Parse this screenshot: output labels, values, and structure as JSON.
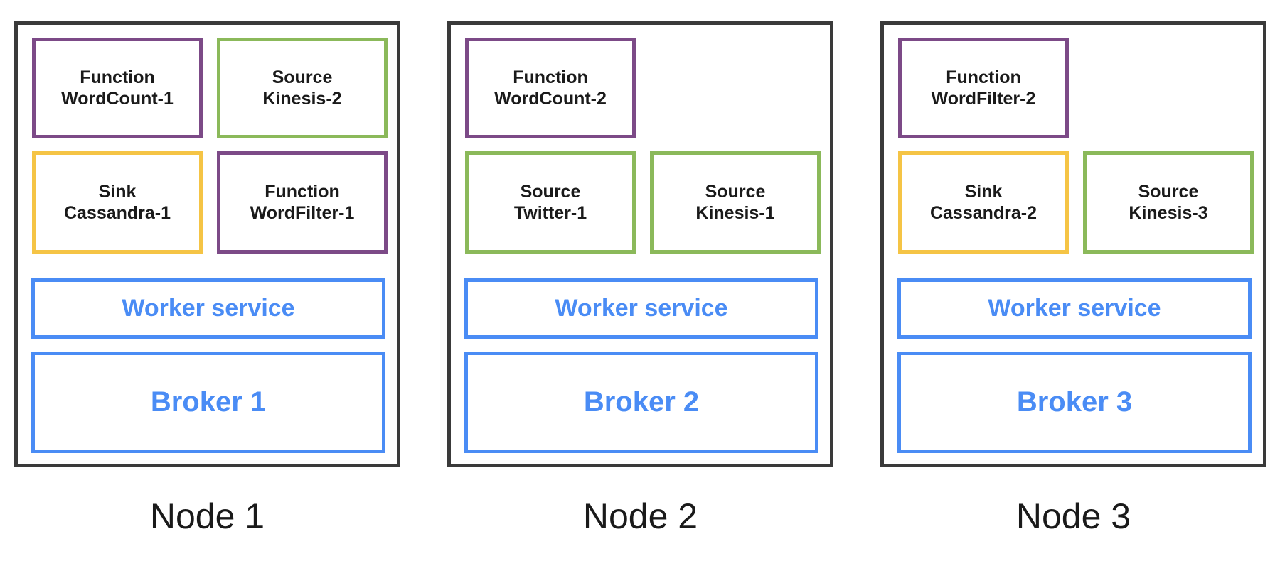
{
  "palette": {
    "node_border": "#3a3a3a",
    "function": "#7C4A87",
    "source": "#8BB95A",
    "sink": "#F5C445",
    "infra": "#4A8CF5",
    "text_dark": "#1a1a1a"
  },
  "nodes": [
    {
      "label": "Node 1",
      "worker_label": "Worker service",
      "broker_label": "Broker 1",
      "components": [
        {
          "type": "function",
          "line1": "Function",
          "line2": "WordCount-1"
        },
        {
          "type": "source",
          "line1": "Source",
          "line2": "Kinesis-2"
        },
        {
          "type": "sink",
          "line1": "Sink",
          "line2": "Cassandra-1"
        },
        {
          "type": "function",
          "line1": "Function",
          "line2": "WordFilter-1"
        }
      ]
    },
    {
      "label": "Node 2",
      "worker_label": "Worker service",
      "broker_label": "Broker 2",
      "components": [
        {
          "type": "function",
          "line1": "Function",
          "line2": "WordCount-2"
        },
        {
          "type": "source",
          "line1": "Source",
          "line2": "Twitter-1"
        },
        {
          "type": "source",
          "line1": "Source",
          "line2": "Kinesis-1"
        }
      ]
    },
    {
      "label": "Node 3",
      "worker_label": "Worker service",
      "broker_label": "Broker 3",
      "components": [
        {
          "type": "function",
          "line1": "Function",
          "line2": "WordFilter-2"
        },
        {
          "type": "sink",
          "line1": "Sink",
          "line2": "Cassandra-2"
        },
        {
          "type": "source",
          "line1": "Source",
          "line2": "Kinesis-3"
        }
      ]
    }
  ]
}
